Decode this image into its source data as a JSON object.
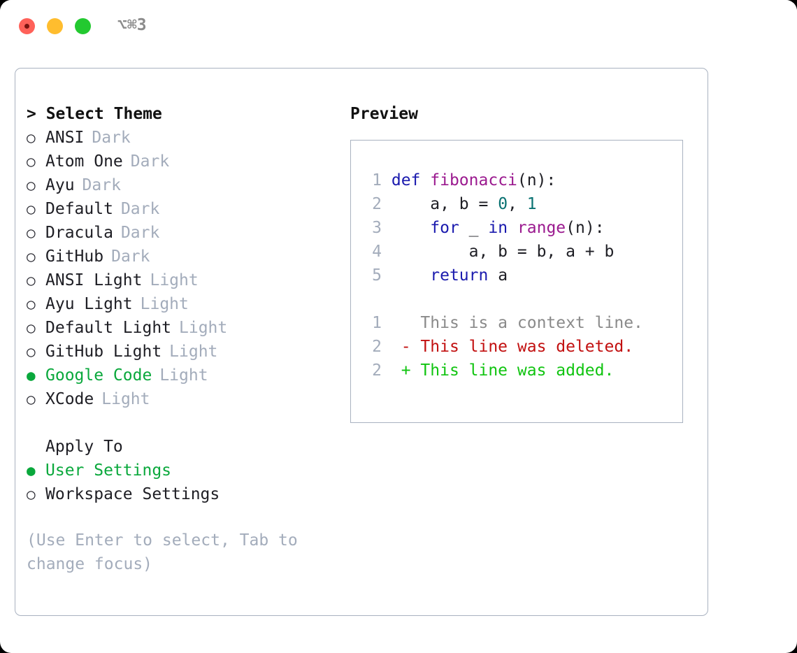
{
  "window": {
    "title": "⌥⌘3",
    "controls": [
      "close-button",
      "minimize-button",
      "maximize-button"
    ]
  },
  "colors": {
    "accent_green": "#0aa83c",
    "panel_border": "#a9b2c0",
    "muted_text": "#a3acbb",
    "keyword_blue": "#1a1aae",
    "function_magenta": "#9b1a8f",
    "number_teal": "#0a7272",
    "diff_deleted_red": "#c21010",
    "diff_added_green": "#10c410"
  },
  "theme_picker": {
    "heading": "> Select Theme",
    "items": [
      {
        "marker": "○",
        "label": "ANSI",
        "tag": "Dark",
        "selected": false
      },
      {
        "marker": "○",
        "label": "Atom One",
        "tag": "Dark",
        "selected": false
      },
      {
        "marker": "○",
        "label": "Ayu",
        "tag": "Dark",
        "selected": false
      },
      {
        "marker": "○",
        "label": "Default",
        "tag": "Dark",
        "selected": false
      },
      {
        "marker": "○",
        "label": "Dracula",
        "tag": "Dark",
        "selected": false
      },
      {
        "marker": "○",
        "label": "GitHub",
        "tag": "Dark",
        "selected": false
      },
      {
        "marker": "○",
        "label": "ANSI Light",
        "tag": "Light",
        "selected": false
      },
      {
        "marker": "○",
        "label": "Ayu Light",
        "tag": "Light",
        "selected": false
      },
      {
        "marker": "○",
        "label": "Default Light",
        "tag": "Light",
        "selected": false
      },
      {
        "marker": "○",
        "label": "GitHub Light",
        "tag": "Light",
        "selected": false
      },
      {
        "marker": "●",
        "label": "Google Code",
        "tag": "Light",
        "selected": true
      },
      {
        "marker": "○",
        "label": "XCode",
        "tag": "Light",
        "selected": false
      }
    ]
  },
  "apply_to": {
    "title": "Apply To",
    "items": [
      {
        "marker": "●",
        "label": "User Settings",
        "selected": true
      },
      {
        "marker": "○",
        "label": "Workspace Settings",
        "selected": false
      }
    ]
  },
  "hint": "(Use Enter to select, Tab to change focus)",
  "preview": {
    "title": "Preview",
    "code_lines": [
      {
        "n": "1",
        "tokens": [
          {
            "t": "def",
            "c": "kw"
          },
          {
            "t": " ",
            "c": "pl"
          },
          {
            "t": "fibonacci",
            "c": "fn"
          },
          {
            "t": "(n):",
            "c": "pl"
          }
        ]
      },
      {
        "n": "2",
        "tokens": [
          {
            "t": "    a, b = ",
            "c": "pl"
          },
          {
            "t": "0",
            "c": "num"
          },
          {
            "t": ", ",
            "c": "pl"
          },
          {
            "t": "1",
            "c": "num"
          }
        ]
      },
      {
        "n": "3",
        "tokens": [
          {
            "t": "    ",
            "c": "pl"
          },
          {
            "t": "for",
            "c": "kw"
          },
          {
            "t": " _ ",
            "c": "pl"
          },
          {
            "t": "in",
            "c": "kw"
          },
          {
            "t": " ",
            "c": "pl"
          },
          {
            "t": "range",
            "c": "fn"
          },
          {
            "t": "(n):",
            "c": "pl"
          }
        ]
      },
      {
        "n": "4",
        "tokens": [
          {
            "t": "        a, b = b, a + b",
            "c": "pl"
          }
        ]
      },
      {
        "n": "5",
        "tokens": [
          {
            "t": "    ",
            "c": "pl"
          },
          {
            "t": "return",
            "c": "kw"
          },
          {
            "t": " a",
            "c": "pl"
          }
        ]
      }
    ],
    "diff_lines": [
      {
        "n": "1",
        "prefix": "  ",
        "text": "This is a context line.",
        "kind": "ctx"
      },
      {
        "n": "2",
        "prefix": "- ",
        "text": "This line was deleted.",
        "kind": "del"
      },
      {
        "n": "2",
        "prefix": "+ ",
        "text": "This line was added.",
        "kind": "add"
      }
    ]
  }
}
